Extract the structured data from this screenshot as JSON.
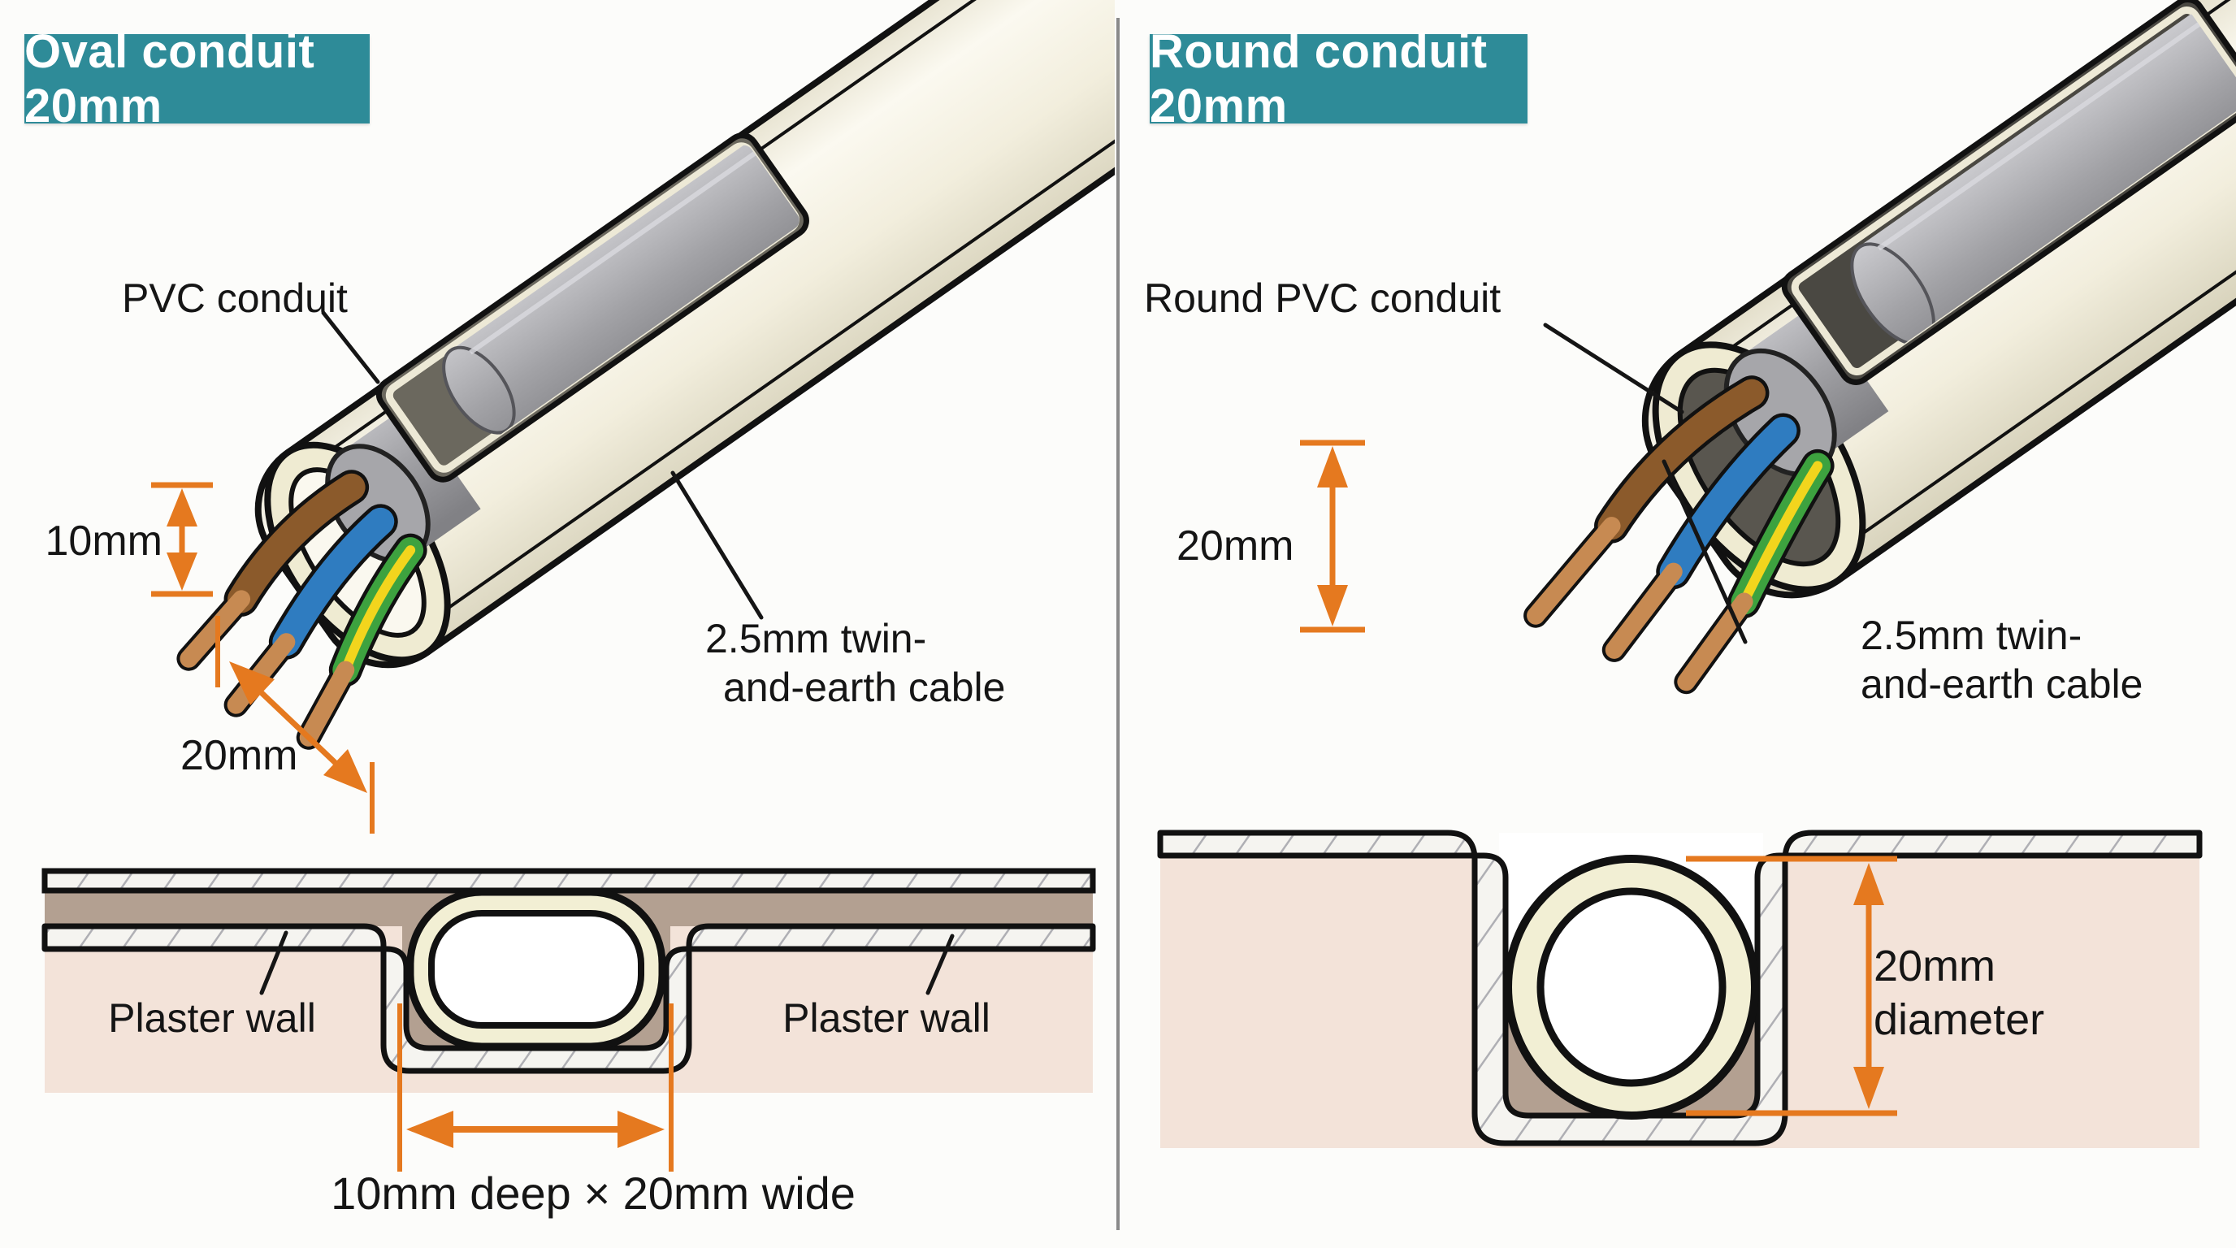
{
  "left_panel": {
    "title": "Oval conduit 20mm",
    "labels": {
      "conduit": "PVC conduit",
      "cable_line1": "2.5mm twin-",
      "cable_line2": "and-earth cable",
      "height_dim": "10mm",
      "width_dim": "20mm",
      "wall_left": "Plaster wall",
      "wall_right": "Plaster wall",
      "chase_dim": "10mm deep × 20mm wide"
    }
  },
  "right_panel": {
    "title": "Round conduit 20mm",
    "labels": {
      "conduit": "Round PVC conduit",
      "cable_line1": "2.5mm twin-",
      "cable_line2": "and-earth cable",
      "diameter_dim": "20mm",
      "chase_dim_line1": "20mm",
      "chase_dim_line2": "diameter"
    }
  },
  "colors": {
    "banner_teal": "#2E8B98",
    "dimension_orange": "#E5791F",
    "ink_black": "#151515",
    "conduit_cream": "#F1EDDC",
    "cable_grey": "#A4A4A8",
    "copper": "#C78A52",
    "wire_brown": "#8B5A2B",
    "wire_blue": "#2F7CC0",
    "earth_green": "#3DA23F",
    "earth_yellow": "#F2D51D",
    "wall_pink": "#F3E3D9",
    "wall_brown": "#B3A091",
    "divider_grey": "#8A8A8A"
  }
}
